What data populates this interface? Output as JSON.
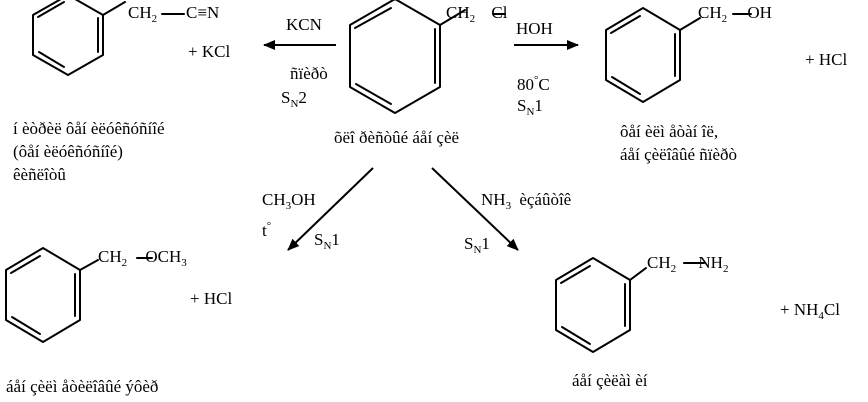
{
  "center": {
    "group": "CH",
    "group_sub": "2",
    "atom": "Cl",
    "name": "õëî ðèñòûé áåí çèë"
  },
  "top_left": {
    "group": "CH",
    "group_sub": "2",
    "atom": "C",
    "bond": "≡",
    "atom2": "N",
    "byproduct": "+ KCl",
    "reagent": "KCN",
    "conditions": "ñïèðò",
    "mech": "S",
    "mech_sub": "N",
    "mech_order": "2",
    "name_lines": [
      "í èòðèë ôåí èëóêñóñíîé",
      "(ôåí èëóêñóñíîé)",
      "êèñëîòû"
    ]
  },
  "top_right": {
    "group": "CH",
    "group_sub": "2",
    "atom": "OH",
    "byproduct": "+   HCl",
    "reagent": "HOH",
    "temp": "80",
    "temp_sup": "°",
    "temp_unit": "C",
    "mech": "S",
    "mech_sub": "N",
    "mech_order": "1",
    "name_lines": [
      "ôåí èëì åòàí îë,",
      "áåí çèëîâûé ñïèðò"
    ]
  },
  "bottom_left": {
    "group": "CH",
    "group_sub": "2",
    "atom": "OCH",
    "atom_sub": "3",
    "byproduct": "+ HCl",
    "reagent": "CH",
    "reagent_sub": "3",
    "reagent_tail": "OH",
    "temp": "t",
    "temp_sup": "°",
    "mech": "S",
    "mech_sub": "N",
    "mech_order": "1",
    "name": "áåí çèëì åòèëîâûé ýôèð"
  },
  "bottom_right": {
    "group": "CH",
    "group_sub": "2",
    "atom": "NH",
    "atom_sub": "2",
    "byproduct_pre": "+   NH",
    "byproduct_sub": "4",
    "byproduct_post": "Cl",
    "reagent": "NH",
    "reagent_sub": "3",
    "reagent_note": "èçáûòîê",
    "mech": "S",
    "mech_sub": "N",
    "mech_order": "1",
    "name": "áåí çèëàì èí"
  }
}
